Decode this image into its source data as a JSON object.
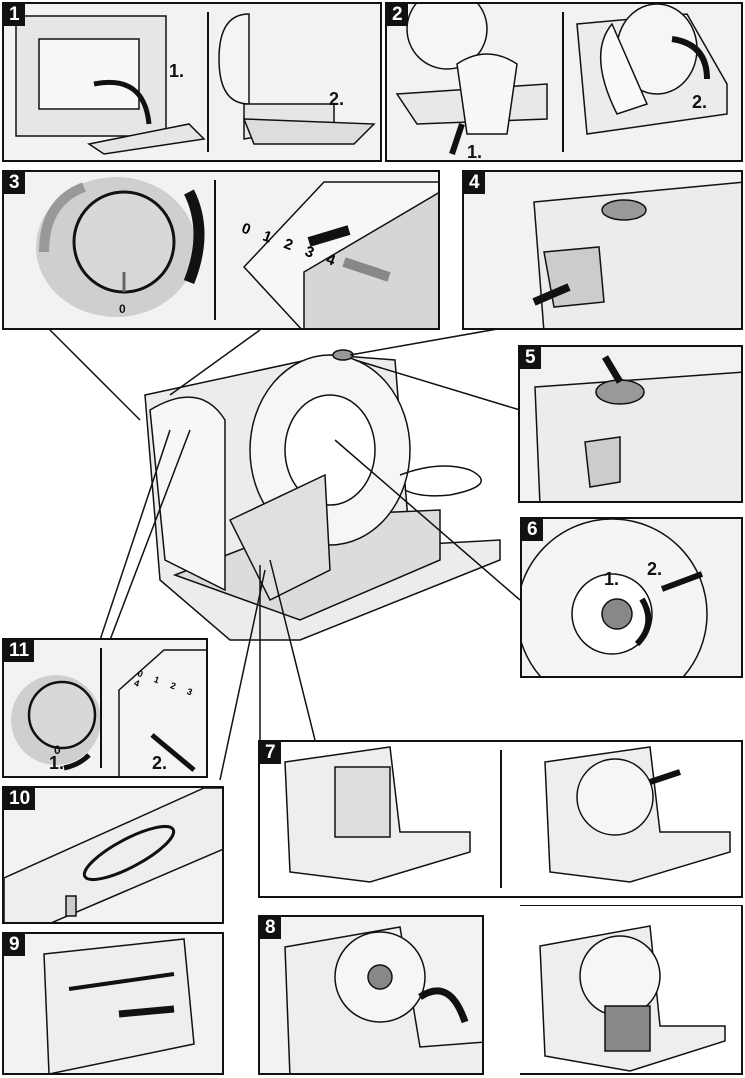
{
  "panels": [
    {
      "number": "1",
      "steps": [
        "1.",
        "2."
      ]
    },
    {
      "number": "2",
      "steps": [
        "1.",
        "2."
      ]
    },
    {
      "number": "3",
      "dial_mark": "0",
      "scale": "0 1 2 3 4"
    },
    {
      "number": "4"
    },
    {
      "number": "5"
    },
    {
      "number": "6",
      "steps": [
        "1.",
        "2."
      ]
    },
    {
      "number": "7"
    },
    {
      "number": "8"
    },
    {
      "number": "9"
    },
    {
      "number": "10"
    },
    {
      "number": "11",
      "dial_mark": "0",
      "scale": "0 1 2 3 4",
      "steps": [
        "1.",
        "2."
      ]
    }
  ],
  "colors": {
    "ink": "#111111",
    "panel_bg": "#f2f2f2",
    "arrow_gray": "#8a8a8a"
  }
}
